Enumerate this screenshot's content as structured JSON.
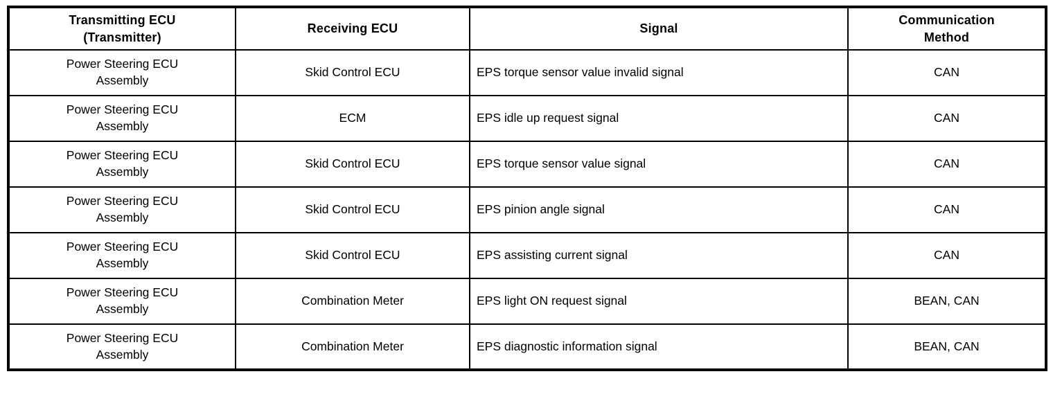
{
  "table": {
    "headers": [
      "Transmitting ECU\n(Transmitter)",
      "Receiving ECU",
      "Signal",
      "Communication\nMethod"
    ],
    "rows": [
      [
        "Power Steering ECU\nAssembly",
        "Skid Control ECU",
        "EPS torque sensor value invalid signal",
        "CAN"
      ],
      [
        "Power Steering ECU\nAssembly",
        "ECM",
        "EPS idle up request signal",
        "CAN"
      ],
      [
        "Power Steering ECU\nAssembly",
        "Skid Control ECU",
        "EPS torque sensor value signal",
        "CAN"
      ],
      [
        "Power Steering ECU\nAssembly",
        "Skid Control ECU",
        "EPS pinion angle signal",
        "CAN"
      ],
      [
        "Power Steering ECU\nAssembly",
        "Skid Control ECU",
        "EPS assisting current signal",
        "CAN"
      ],
      [
        "Power Steering ECU\nAssembly",
        "Combination Meter",
        "EPS light ON request signal",
        "BEAN, CAN"
      ],
      [
        "Power Steering ECU\nAssembly",
        "Combination Meter",
        "EPS diagnostic information signal",
        "BEAN, CAN"
      ]
    ],
    "colors": {
      "border": "#000000",
      "background": "#ffffff",
      "text": "#000000"
    }
  }
}
